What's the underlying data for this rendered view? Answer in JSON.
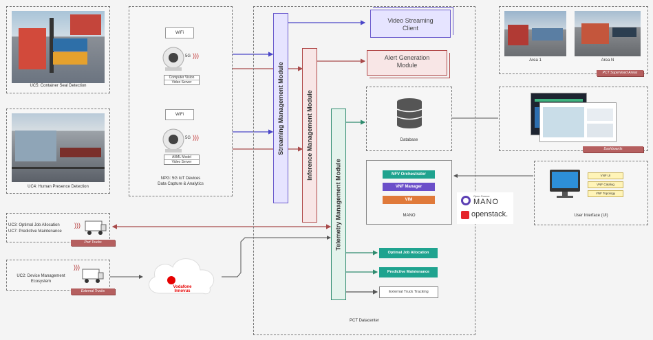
{
  "use_cases": {
    "uc5": "UC5: Container Seal Detection",
    "uc4": "UC4: Human Presence Detection",
    "uc3_line1": "UC3: Optimal Job Allocation",
    "uc3_line2": "UC7: Predictive Maintenance",
    "uc2_line1": "UC2: Device Management",
    "uc2_line2": "Ecosystem"
  },
  "tags": {
    "port_trucks": "Port Trucks",
    "external_trucks": "External Trucks",
    "supervised_areas": "PCT Supervised Areas",
    "dashboards": "Dashboards"
  },
  "devices": {
    "wifi": "WiFi",
    "fiveg": "5G",
    "cam1_line1": "Computer Vision",
    "cam1_line2": "Video Server",
    "cam2_line1": "AI/ML Model",
    "cam2_line2": "Video Server",
    "caption_line1": "NPG: 5G IoT Devices",
    "caption_line2": "Data Capture & Analytics"
  },
  "modules": {
    "streaming": "Streaming Management Module",
    "inference": "Inference Management Module",
    "telemetry": "Telemetry Management Module"
  },
  "services": {
    "video_streaming_line1": "Video Streaming",
    "video_streaming_line2": "Client",
    "alert_line1": "Alert Generation",
    "alert_line2": "Module",
    "database": "Database"
  },
  "mano": {
    "nfv": "NFV Orchestrator",
    "vnf": "VNF Manager",
    "vim": "VIM",
    "label": "MANO",
    "osm_small": "Open Source",
    "osm_big": "MANO",
    "openstack": "openstack."
  },
  "apps": {
    "optimal": "Optimal Job Allocation",
    "predictive": "Predictive Maintenance",
    "external": "External Truck Tracking"
  },
  "areas": {
    "area1": "Area 1",
    "arean": "Area N"
  },
  "ui": {
    "label": "User Interface (UI)",
    "item1": "VNF UI",
    "item2": "VNF Catalog",
    "item3": "VNF Topology"
  },
  "cloud": {
    "brand1": "Vodafone",
    "brand2": "Innovus"
  },
  "datacenter": "PCT Datacenter",
  "colors": {
    "streaming": "#6a5acd",
    "inference": "#b04848",
    "telemetry": "#2e8b6e",
    "teal": "#1fa38f",
    "mano_purple": "#6b4fc9",
    "mano_orange": "#e07a3a"
  }
}
